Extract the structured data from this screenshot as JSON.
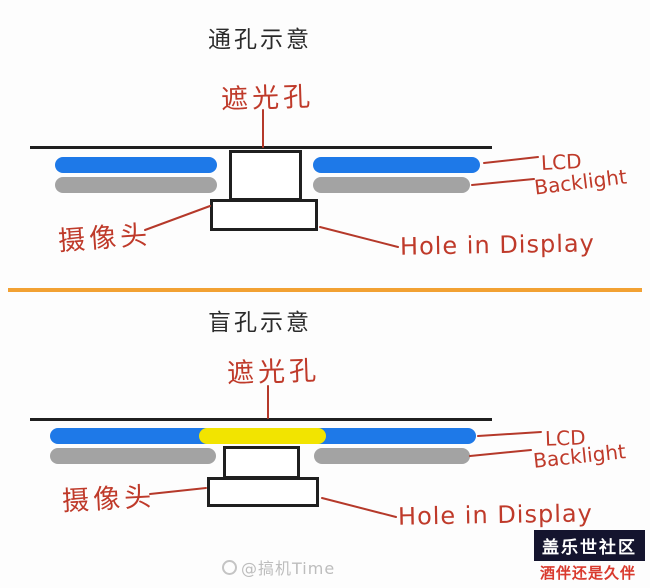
{
  "colors": {
    "annotation_red": "#bf3a2a",
    "lcd_blue": "#1e79e8",
    "backlight_gray": "#a3a3a3",
    "blind_hole_yellow": "#f2e400",
    "divider_orange": "#f2a133",
    "line_black": "#1f1f1f",
    "badge_bg": "#14142e",
    "badge_text": "#ffffff",
    "badge_sub_red": "#d93a2e",
    "watermark_gray": "#bdbdbd"
  },
  "diagrams": [
    {
      "id": "through-hole",
      "title": "通孔示意",
      "labels": {
        "shade_hole": "遮光孔",
        "camera": "摄像头",
        "hole_in_display": "Hole in Display",
        "lcd": "LCD",
        "backlight": "Backlight"
      }
    },
    {
      "id": "blind-hole",
      "title": "盲孔示意",
      "labels": {
        "shade_hole": "遮光孔",
        "camera": "摄像头",
        "hole_in_display": "Hole in Display",
        "lcd": "LCD",
        "backlight": "Backlight"
      }
    }
  ],
  "watermark": {
    "center_text": "@搞机Time",
    "badge_title": "盖乐世社区",
    "badge_subtitle": "酒伴还是久伴"
  }
}
